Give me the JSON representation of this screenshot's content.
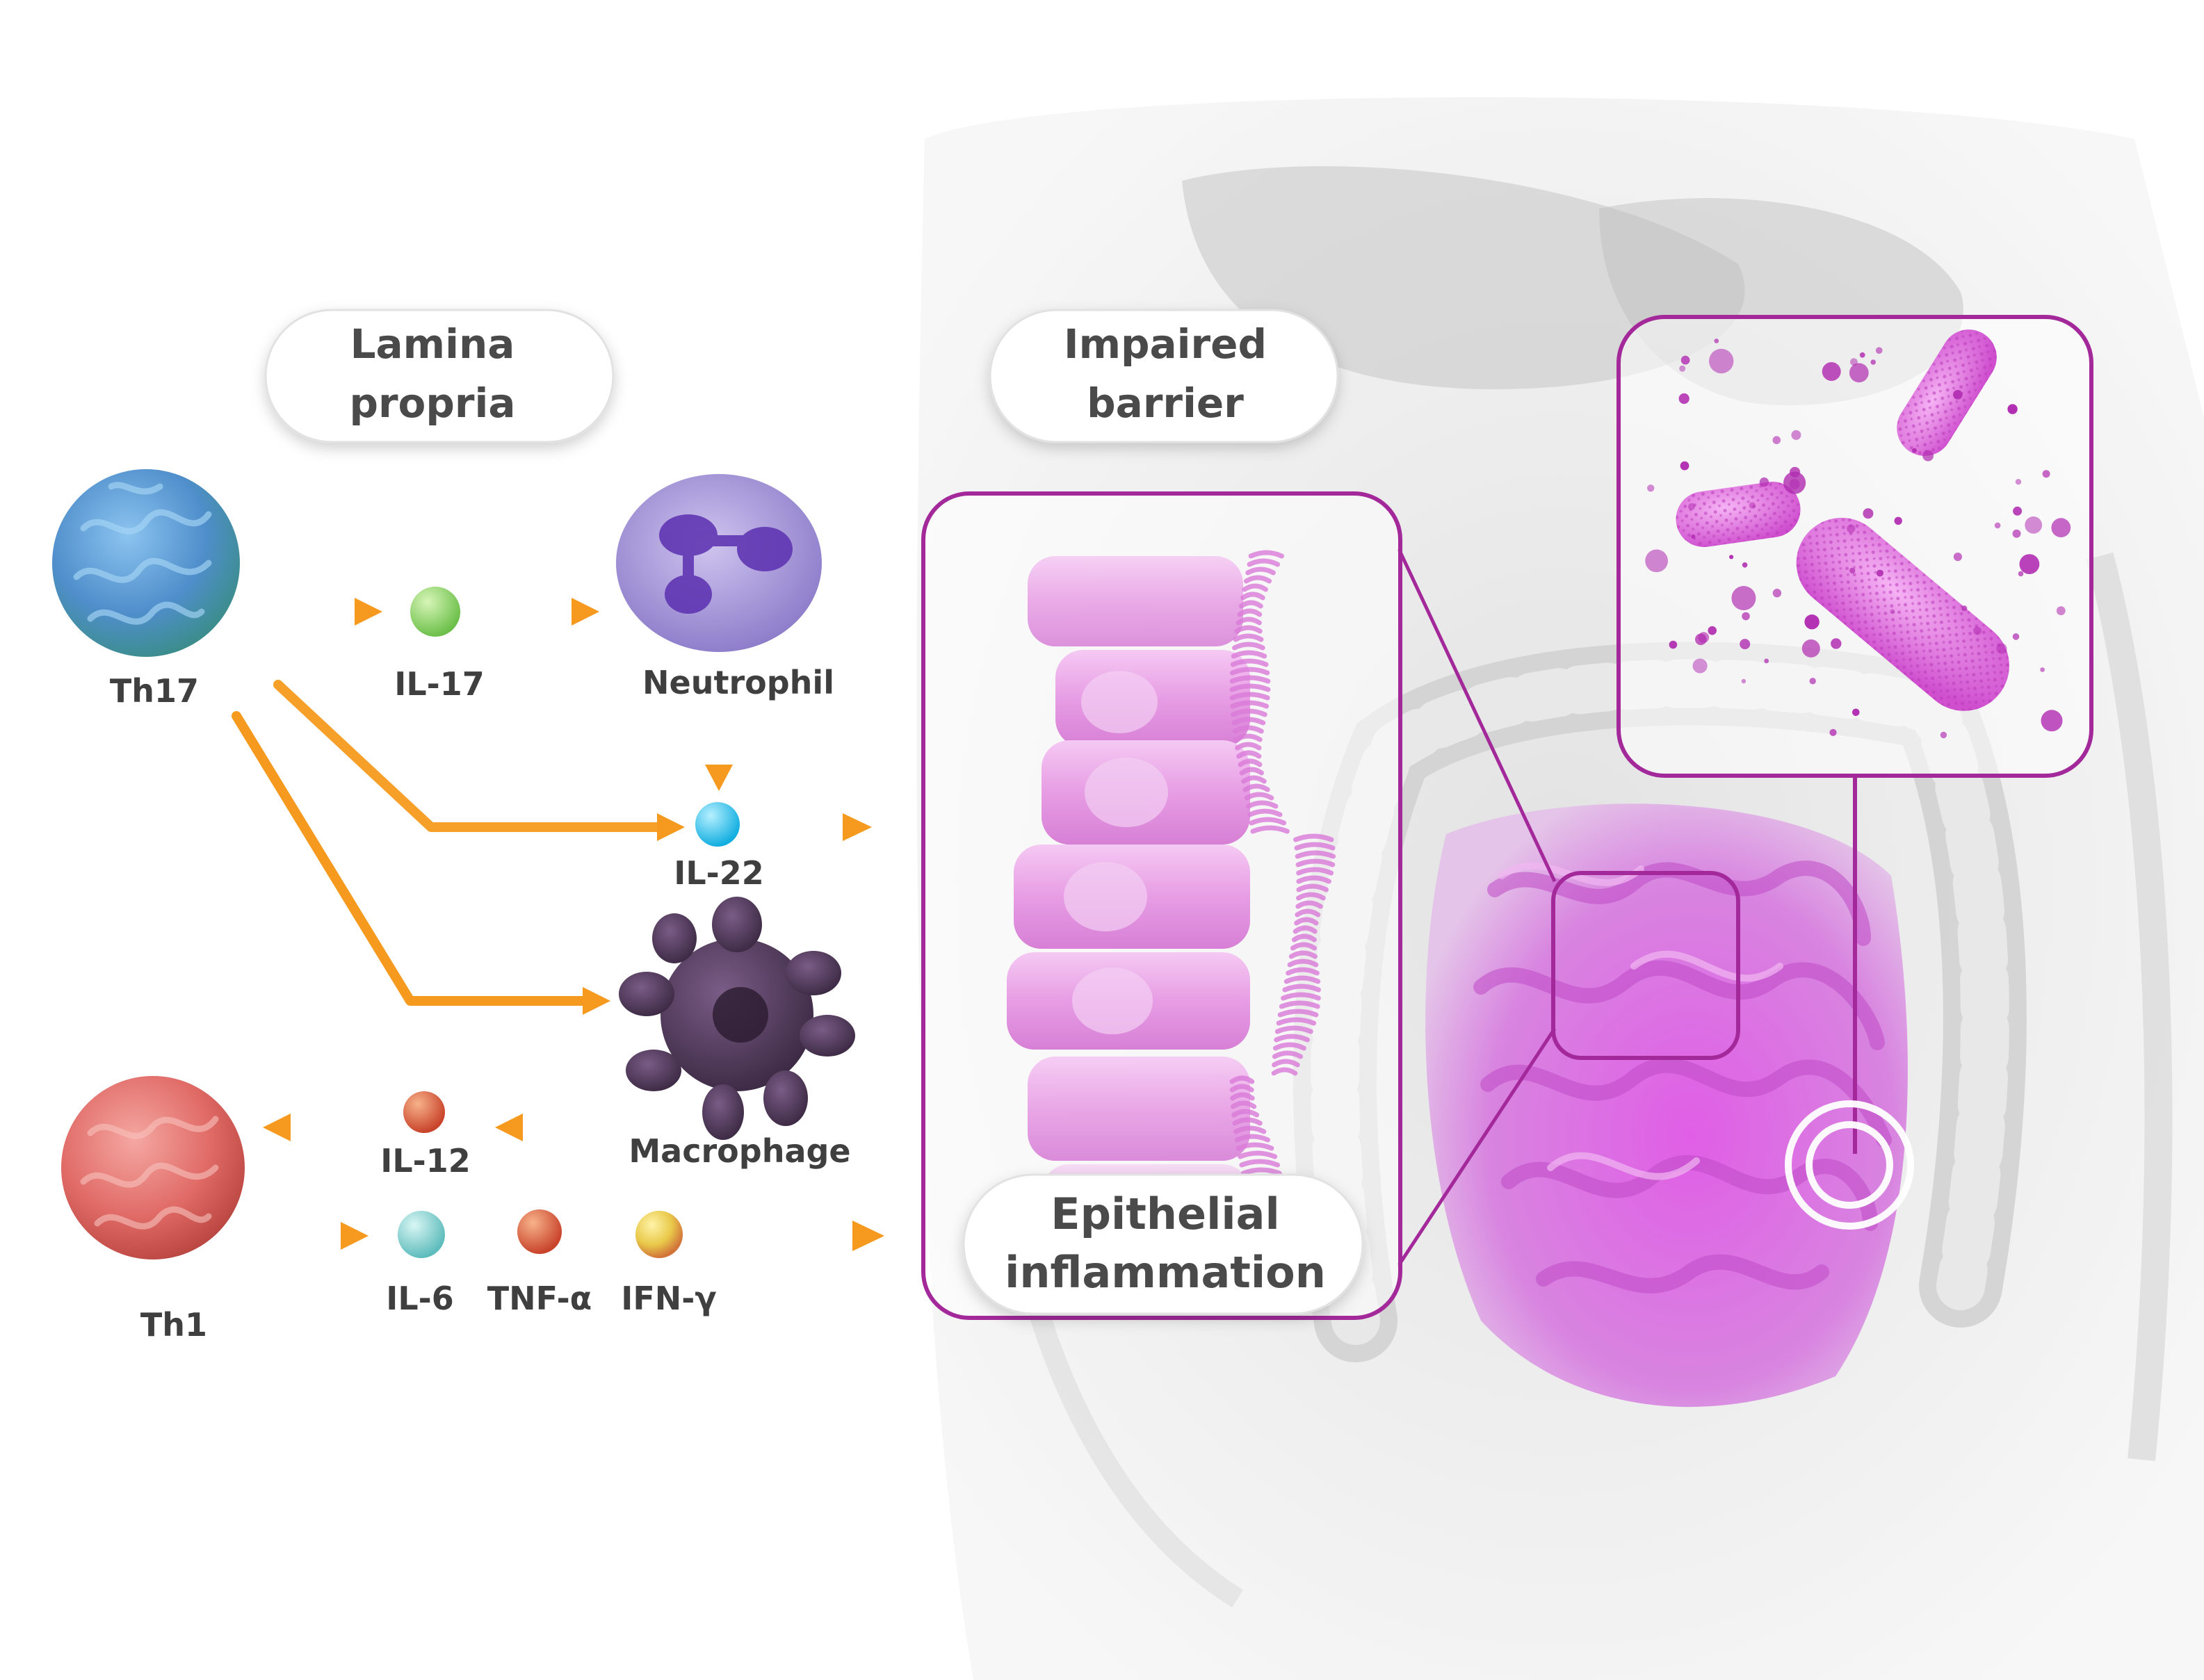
{
  "bubbles": {
    "lamina": [
      "Lamina",
      "propria"
    ],
    "barrier": [
      "Impaired",
      "barrier"
    ],
    "epithelial": [
      "Epithelial",
      "inflammation"
    ]
  },
  "cells": {
    "th17": "Th17",
    "neutrophil": "Neutrophil",
    "macrophage": "Macrophage",
    "th1": "Th1"
  },
  "cytokines": {
    "il17": "IL-17",
    "il22": "IL-22",
    "il12": "IL-12",
    "il6": "IL-6",
    "tnfa": "TNF-α",
    "ifng": "IFN-γ"
  },
  "colors": {
    "arrow": "#f5a02a",
    "accent": "#a3299b",
    "inflamed": "#d45ad9",
    "th17": "#4f8ecb",
    "th1": "#e06a66",
    "neutrophil": "#9a88d4",
    "macrophage": "#4a3652",
    "il17": "#8fd46a",
    "il22": "#29c3ee",
    "il12": "#e0643c",
    "il6": "#7fd0cf",
    "tnfa": "#e8622e",
    "ifng": "#e9d64a"
  }
}
